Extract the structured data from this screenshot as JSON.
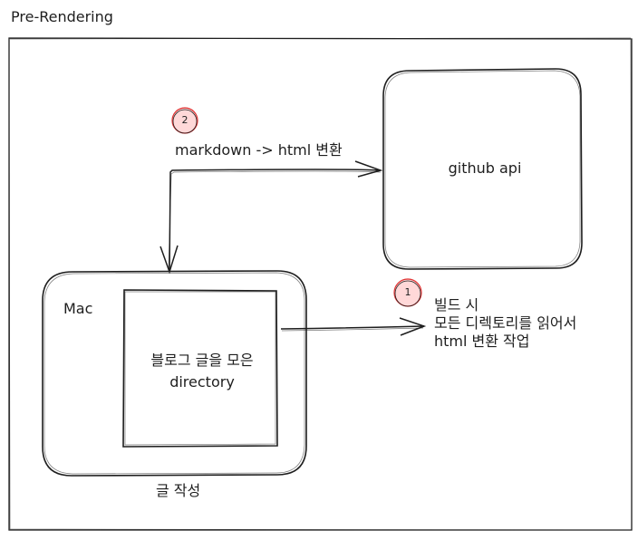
{
  "title": "Pre-Rendering",
  "mac": {
    "label": "Mac"
  },
  "directory": {
    "line1": "블로그 글을 모은",
    "line2": "directory"
  },
  "github": {
    "label": "github api"
  },
  "steps": [
    {
      "number": "1",
      "lines": [
        "빌드 시",
        "모든 디렉토리를 읽어서",
        "html 변환 작업"
      ]
    },
    {
      "number": "2",
      "text": "markdown -> html 변환"
    }
  ],
  "caption": "글 작성",
  "colors": {
    "stroke": "#1e1e1e",
    "badge_fill": "#ffd8d8",
    "badge_stroke": "#e03131"
  }
}
